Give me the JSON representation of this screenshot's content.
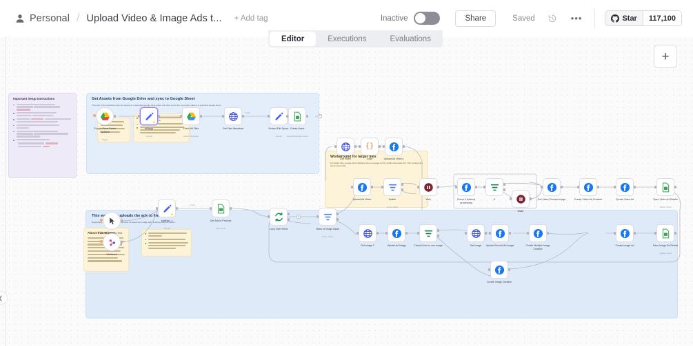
{
  "header": {
    "breadcrumb_owner": "Personal",
    "breadcrumb_sep": "/",
    "workflow_title": "Upload Video & Image Ads t...",
    "add_tag_label": "+ Add tag",
    "active_state_label": "Inactive",
    "share_label": "Share",
    "saved_label": "Saved",
    "history_icon": "history-icon",
    "more_label": "•••",
    "person_icon": "person-icon",
    "github": {
      "star_label": "Star",
      "star_count": "117,100",
      "icon": "github-icon"
    }
  },
  "tabs": [
    {
      "label": "Editor",
      "active": true
    },
    {
      "label": "Executions",
      "active": false
    },
    {
      "label": "Evaluations",
      "active": false
    }
  ],
  "canvas": {
    "add_node_label": "+",
    "collapse_handle_icon": "chevron-left-icon"
  },
  "sticky_notes": {
    "setup": {
      "title": "Important Setup Instructions",
      "bullets": [
        "You'll need a Meta Developer Account and an App to retrieve a Access Token. See this tutorial",
        "Make sure that the App is \"Live\" otherwise the workflow won't work.",
        "Make a copy of this template file for the Output and fill the necessary ids in the settings tab.",
        "Create a folder in Google Drive to upload the assets into it.",
        "Change the Sheet URL and Folder URL in the settings nodes and the first node of the workflow that analyses the assets.",
        "Set up all necessary credentials:",
        "Google Drive is a bit complicated - See tutorial",
        "Get your Gemini API Key here"
      ]
    },
    "assets": {
      "title": "Get Assets from Google Drive and sync to Google Sheet",
      "subtitle": "This part of the workflow looks for assets in a specified google drive folder and then syncs the necessary data to a specified google sheet"
    },
    "drive_hint": {
      "text": "Add the Google Drive folder that should be watched for assets here"
    },
    "sheet_hint": {
      "bullets": [
        "Add the url of your google sheet and the folder for asset uploads here",
        "Then execute this step, unpinning the data",
        "Then pin the data again (this makes sure that nodes further down the line don't suddenly \"forget\" the field matching)"
      ]
    },
    "workaround": {
      "title": "Workaround for larger files",
      "subtitle": "For larger files, google drive displays virus message for the public download link. This workaround circumvents this."
    },
    "main": {
      "title": "This workflow uploads the ads to Meta.",
      "subtitle": "Depending on the file type and number of assets the image ads) it will go different paths."
    },
    "about_trigger": {
      "title": "About this Trigger",
      "body": "In the Google Sheet Template, there is a Google Apps Script that triggers the webhook. You can trigger it via the custom menu in the Google Sheet. Make sure to adjust the webhook url to yours in the settings sheet."
    },
    "trigger_hint": {
      "bullets": [
        "set the url to your sheet here (copy the template)",
        "run this node once (unpin the data)",
        "then pin the node again, this makes sure that nodes don't forget the field matching so exactly"
      ]
    }
  },
  "nodes": {
    "assets_row": [
      {
        "name": "Google Drive Folder\nUpdated",
        "sub": "Trigger",
        "icon": "google-drive-icon",
        "trigger": true
      },
      {
        "name": "settings",
        "sub": "manual",
        "icon": "edit-pencil-icon",
        "selected": true
      },
      {
        "name": "Fetch All Files",
        "sub": "search: fileFolder",
        "icon": "google-drive-icon"
      },
      {
        "name": "Get Files Metadata",
        "sub": "",
        "icon": "http-globe-icon"
      },
      {
        "name": "Extract File Specs",
        "sub": "manual",
        "icon": "edit-pencil-icon"
      },
      {
        "name": "Create Asset",
        "sub": "appendOrUpdate: sheet",
        "icon": "google-sheets-icon"
      }
    ],
    "workaround_row": [
      {
        "name": "Get Video",
        "sub": "",
        "icon": "http-globe-icon"
      },
      {
        "name": "Code",
        "sub": "",
        "icon": "code-braces-icon"
      },
      {
        "name": "Upload Ad Video1",
        "sub": "",
        "icon": "facebook-icon"
      }
    ],
    "triggers": [
      {
        "name": "When clicking 'Test\nworkflow'",
        "sub": "",
        "icon": "cursor-icon",
        "trigger": true
      },
      {
        "name": "Webhook",
        "sub": "",
        "icon": "webhook-icon",
        "trigger": true
      }
    ],
    "main_row": [
      {
        "name": "settings_1",
        "sub": "manual",
        "icon": "edit-pencil-icon"
      },
      {
        "name": "Get Ads to Process",
        "sub": "read: sheet",
        "icon": "google-sheets-icon"
      },
      {
        "name": "Loop Over Items",
        "sub": "",
        "icon": "loop-icon"
      },
      {
        "name": "Video or Image Asset",
        "sub": "mode: Rules",
        "icon": "switch-filter-icon"
      }
    ],
    "video_branch": [
      {
        "name": "Upload Ad Video",
        "sub": "",
        "icon": "facebook-icon"
      },
      {
        "name": "Switch",
        "sub": "mode: Rules",
        "icon": "switch-filter-icon"
      },
      {
        "name": "Wait",
        "sub": "",
        "icon": "wait-icon"
      },
      {
        "name": "Check if finished\nprocessing",
        "sub": "",
        "icon": "facebook-icon"
      },
      {
        "name": "If",
        "sub": "",
        "icon": "switch-filter-icon"
      },
      {
        "name": "Wait1",
        "sub": "",
        "icon": "wait-icon"
      },
      {
        "name": "Get Video Preview Image",
        "sub": "",
        "icon": "facebook-icon"
      },
      {
        "name": "Create Video Ad Creative",
        "sub": "",
        "icon": "facebook-icon"
      },
      {
        "name": "Create Video Ad",
        "sub": "",
        "icon": "facebook-icon"
      },
      {
        "name": "Save Video Ad Details",
        "sub": "update: sheet",
        "icon": "google-sheets-icon"
      }
    ],
    "image_branch": [
      {
        "name": "Get Image 1",
        "sub": "",
        "icon": "http-globe-icon"
      },
      {
        "name": "Upload Ad Image",
        "sub": "",
        "icon": "facebook-icon"
      },
      {
        "name": "Check if two or one image",
        "sub": "",
        "icon": "switch-filter-icon"
      },
      {
        "name": "Get Image",
        "sub": "",
        "icon": "http-globe-icon"
      },
      {
        "name": "Upload Second Ad Image",
        "sub": "",
        "icon": "facebook-icon"
      },
      {
        "name": "Create Multiple Image\nCreative",
        "sub": "",
        "icon": "facebook-icon"
      },
      {
        "name": "Create Image Ad",
        "sub": "",
        "icon": "facebook-icon"
      },
      {
        "name": "Save Image Ad Details",
        "sub": "update: sheet",
        "icon": "google-sheets-icon"
      }
    ],
    "image_creative": {
      "name": "Create Image Creative",
      "sub": "",
      "icon": "facebook-icon"
    }
  },
  "edge_labels": {
    "assets_items": "1 item",
    "main_items": "1 item"
  },
  "colors": {
    "accent_purple": "#8a7ff0",
    "facebook_blue": "#1877F2",
    "sheets_green": "#34A853",
    "note_blue": "#dfeaf8",
    "note_yellow": "#fcf3d8",
    "note_purple": "#efeaf7",
    "trigger_orange": "#ff9f6b"
  }
}
